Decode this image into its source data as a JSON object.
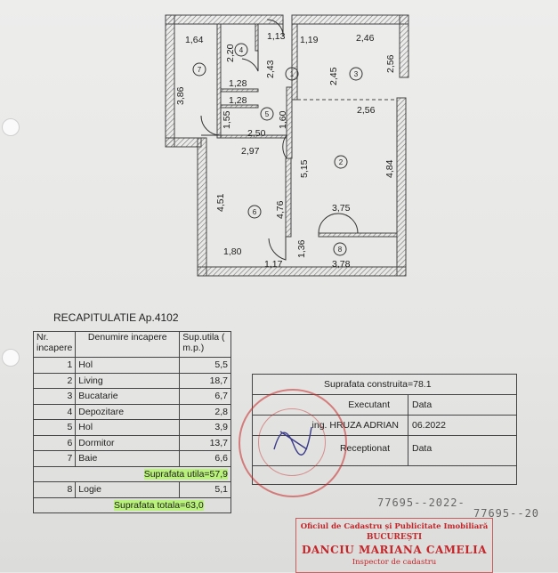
{
  "plan": {
    "dims": {
      "d1": "1,64",
      "d2": "2,20",
      "d3": "1,13",
      "d4": "1,19",
      "d5": "2,46",
      "d6": "2,43",
      "d7": "2,45",
      "d8": "2,56",
      "d9": "3,86",
      "d10": "1,28",
      "d11": "1,28",
      "d12": "2,56",
      "d13": "1,55",
      "d14": "1,60",
      "d15": "2,50",
      "d16": "2,97",
      "d17": "5,15",
      "d18": "4,84",
      "d19": "4,51",
      "d20": "4,76",
      "d21": "3,75",
      "d22": "1,36",
      "d23": "1,80",
      "d24": "1,17",
      "d25": "3,78"
    },
    "rooms": [
      "1",
      "2",
      "3",
      "4",
      "5",
      "6",
      "7",
      "8"
    ]
  },
  "recap": {
    "title": "RECAPITULATIE Ap.4102",
    "headers": {
      "nr": "Nr. incapere",
      "name": "Denumire incapere",
      "area": "Sup.utila ( m.p.)"
    },
    "rows": [
      {
        "nr": "1",
        "name": "Hol",
        "area": "5,5"
      },
      {
        "nr": "2",
        "name": "Living",
        "area": "18,7"
      },
      {
        "nr": "3",
        "name": "Bucatarie",
        "area": "6,7"
      },
      {
        "nr": "4",
        "name": "Depozitare",
        "area": "2,8"
      },
      {
        "nr": "5",
        "name": "Hol",
        "area": "3,9"
      },
      {
        "nr": "6",
        "name": "Dormitor",
        "area": "13,7"
      },
      {
        "nr": "7",
        "name": "Baie",
        "area": "6,6"
      }
    ],
    "suprafata_utila": "Suprafata utila=57,9",
    "logie": {
      "nr": "8",
      "name": "Logie",
      "area": "5,1"
    },
    "suprafata_totala": "Suprafata totala=63,0"
  },
  "info": {
    "construita": "Suprafata construita=78.1",
    "executant": "Executant",
    "data": "Data",
    "executant_name": "ing. HRUZA ADRIAN",
    "executant_date": "06.2022",
    "receptionat": "Receptionat",
    "data2": "Data"
  },
  "handwritten": {
    "n1": "77695--2022-",
    "n2": "77695--20"
  },
  "stamp": {
    "line1": "Oficiul de Cadastru și Publicitate Imobiliară",
    "line2": "BUCUREȘTI",
    "line3": "DANCIU MARIANA CAMELIA",
    "line4": "Inspector de cadastru"
  },
  "colors": {
    "highlight": "#b9f27a",
    "stamp_red": "#c4262a",
    "wall": "#9a9a9a"
  }
}
